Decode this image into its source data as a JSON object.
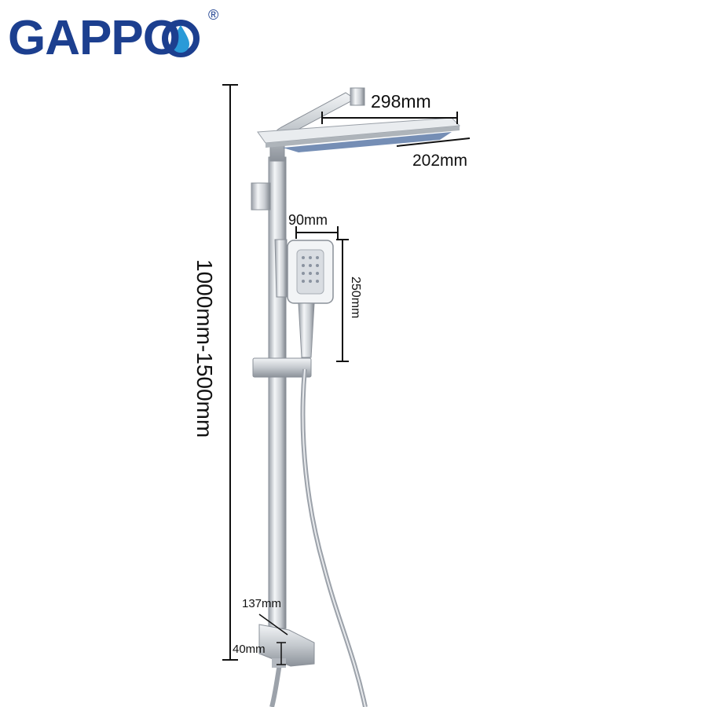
{
  "brand": {
    "name": "GAPPO",
    "registered_mark": "®",
    "color": "#1c3f8f",
    "drop_color": "#2a9ad8"
  },
  "dimensions": {
    "head_width": "298mm",
    "head_depth": "202mm",
    "hand_width": "90mm",
    "hand_length": "250mm",
    "total_height": "1000mm-1500mm",
    "bracket": "137mm",
    "base": "40mm"
  }
}
